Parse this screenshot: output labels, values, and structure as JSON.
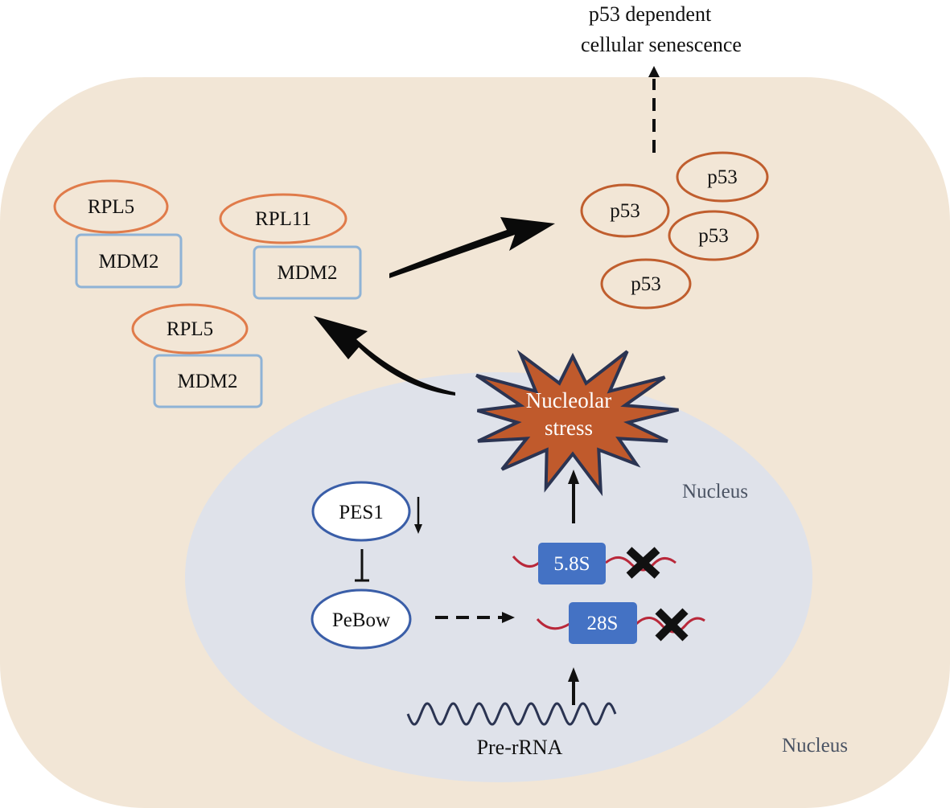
{
  "colors": {
    "cell_fill": "#f2e6d6",
    "nucleus_fill": "#dfe2ea",
    "rpl_outline": "#e07b4a",
    "mdm2_outline": "#8fb3d6",
    "p53_outline": "#c05e2e",
    "stress_fill": "#c05a2c",
    "stress_outline": "#2b3452",
    "rrna_box": "#4472c4",
    "rna_strand": "#b9283a",
    "nuclear_protein_outline": "#3a5ea8"
  },
  "labels": {
    "outcome_line1": "p53 dependent",
    "outcome_line2": "cellular senescence",
    "rpl5_a": "RPL5",
    "mdm2_a": "MDM2",
    "rpl11": "RPL11",
    "mdm2_b": "MDM2",
    "rpl5_b": "RPL5",
    "mdm2_c": "MDM2",
    "p53_1": "p53",
    "p53_2": "p53",
    "p53_3": "p53",
    "p53_4": "p53",
    "stress_line1": "Nucleolar",
    "stress_line2": "stress",
    "nucleus_inner": "Nucleus",
    "pes1": "PES1",
    "pebow": "PeBow",
    "rrna_58s": "5.8S",
    "rrna_28s": "28S",
    "pre_rrna": "Pre-rRNA",
    "nucleus_outer": "Nucleus"
  },
  "icons": {
    "block_mark_58s": "x-mark-icon",
    "block_mark_28s": "x-mark-icon",
    "pes1_down": "arrow-down-icon",
    "inhibition": "inhibition-bar-icon"
  }
}
